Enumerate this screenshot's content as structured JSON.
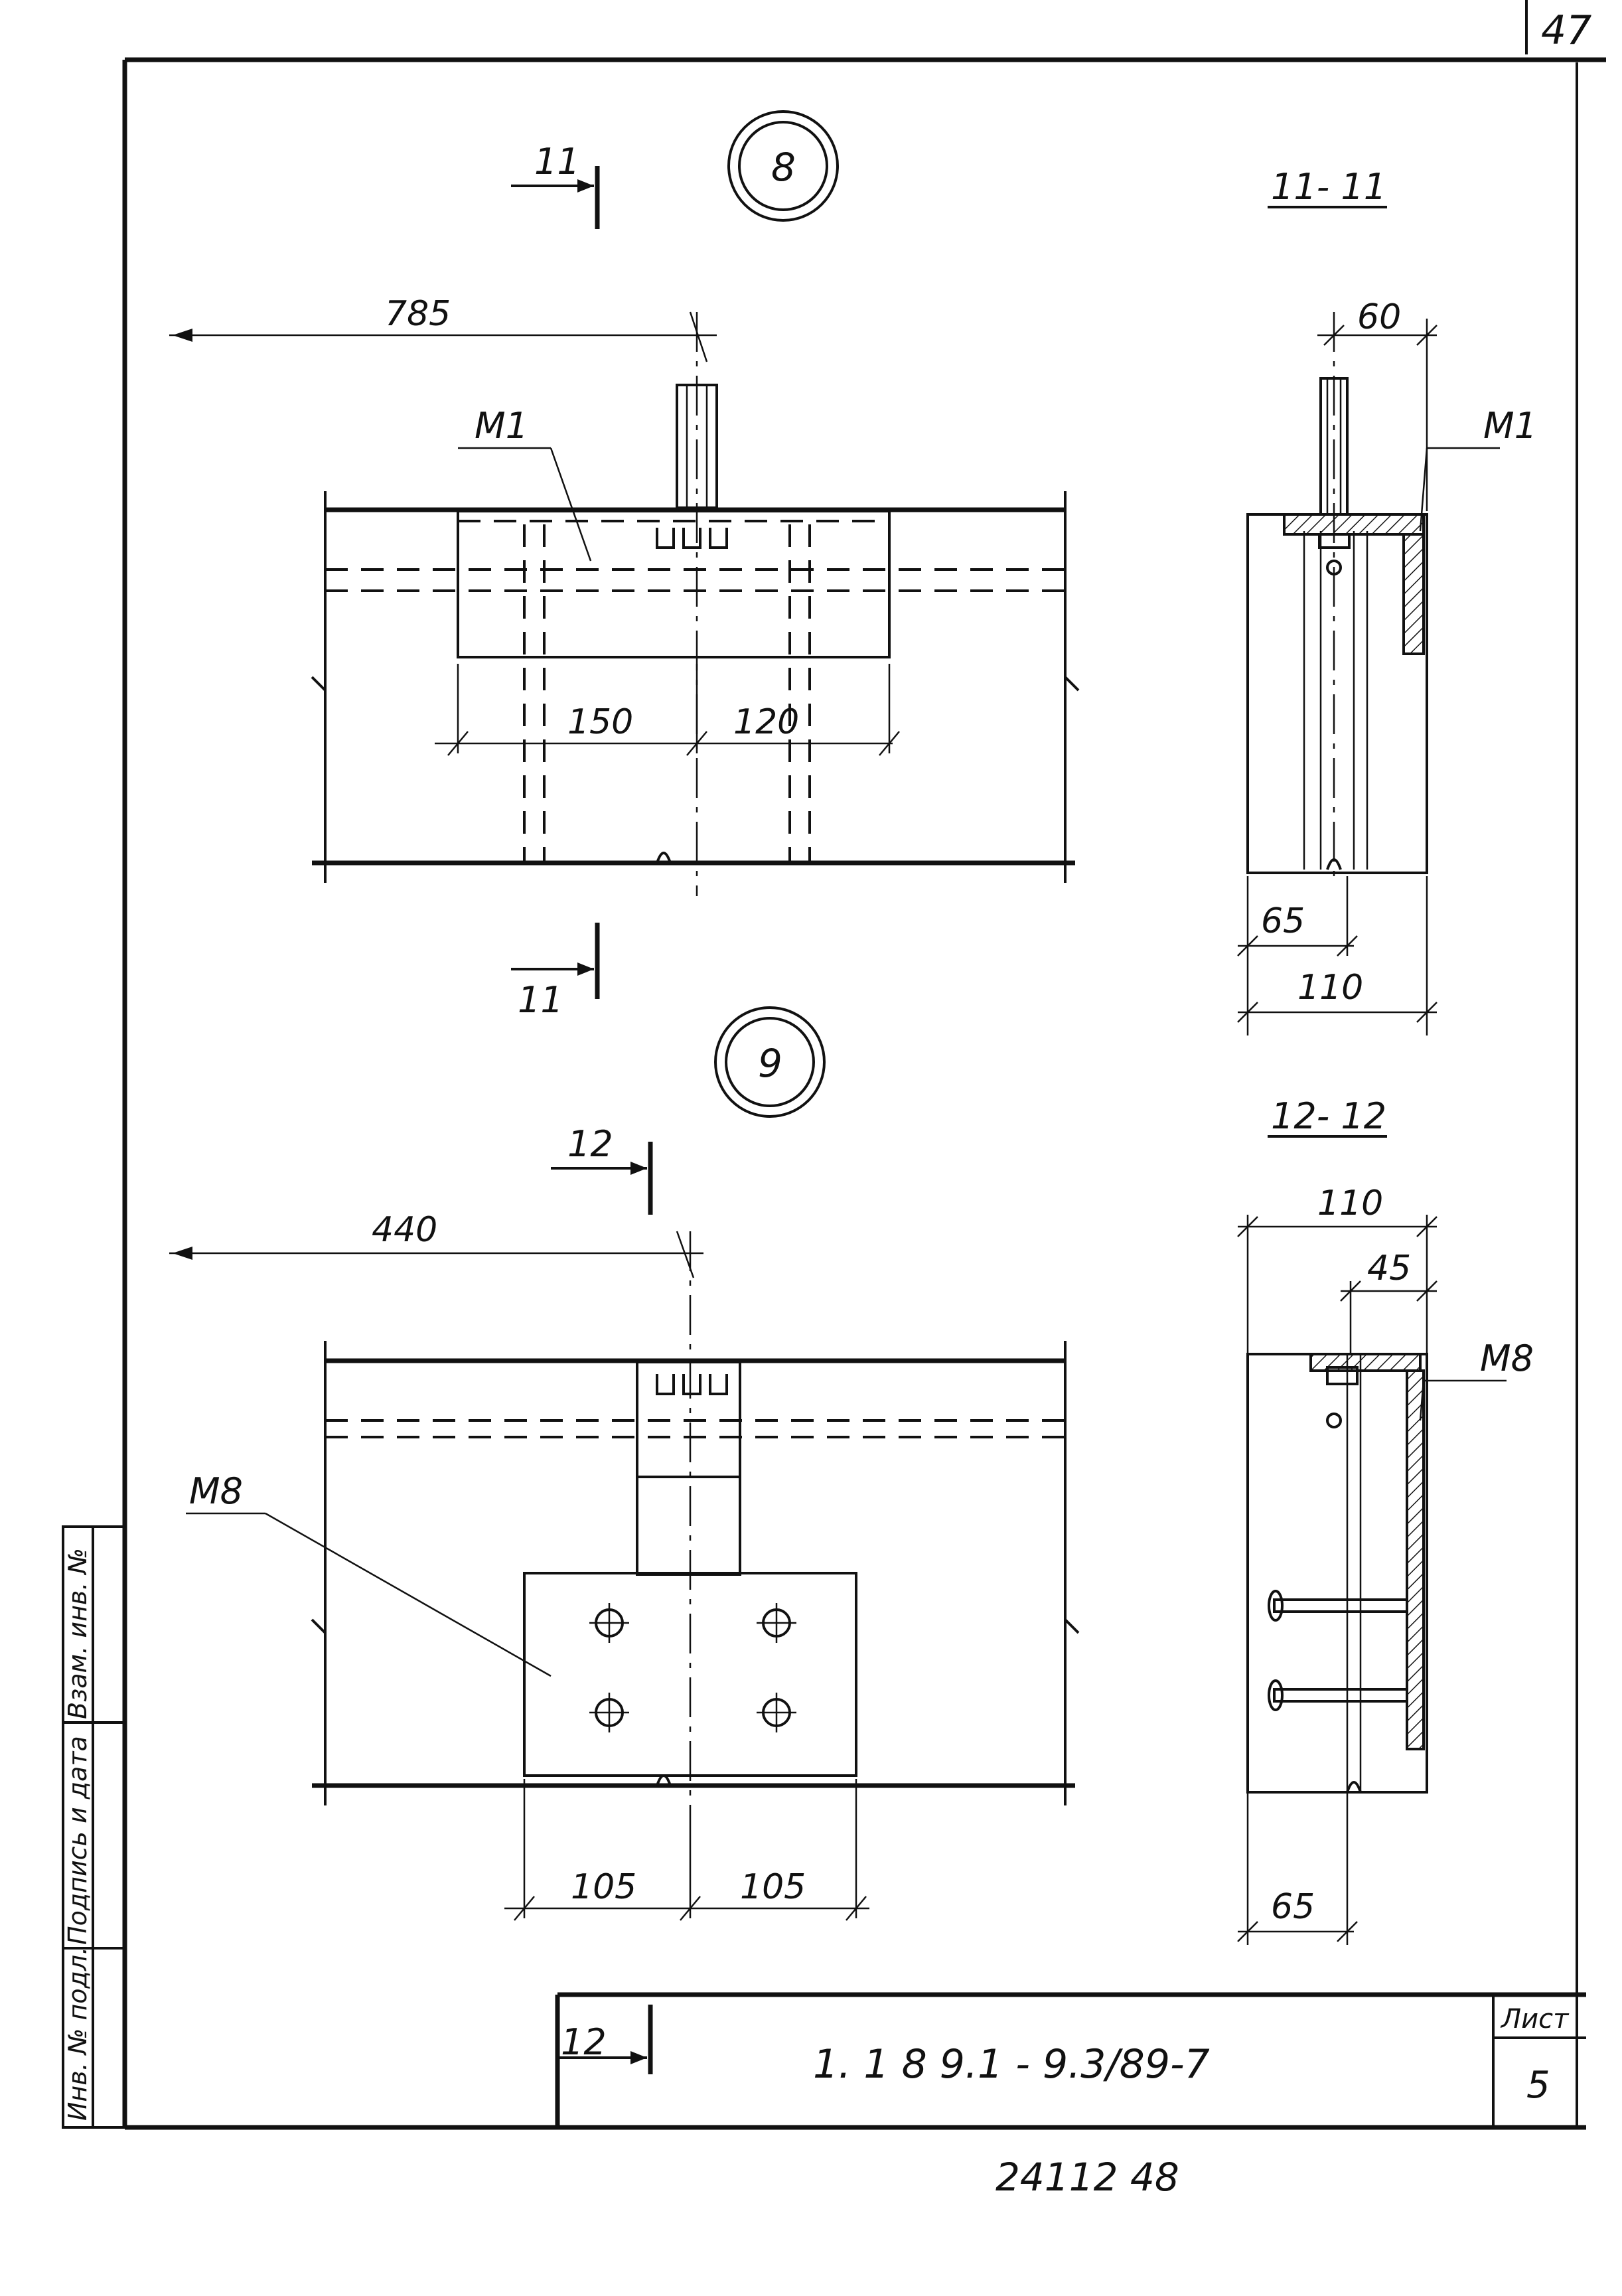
{
  "page_number": "47",
  "node_8": {
    "marker": "8",
    "cut_label": "11",
    "section_title": "11- 11",
    "dims": {
      "offset": "785",
      "left": "150",
      "right": "120",
      "sec_top": "60",
      "sec_bottom_a": "65",
      "sec_bottom_b": "110"
    },
    "part_label": "M1"
  },
  "node_9": {
    "marker": "9",
    "cut_label": "12",
    "section_title": "12- 12",
    "dims": {
      "offset": "440",
      "left": "105",
      "right": "105",
      "sec_top_a": "110",
      "sec_top_b": "45",
      "sec_bottom": "65"
    },
    "part_label": "M8"
  },
  "stamp": {
    "side_labels": [
      "Инв. № подл.",
      "Подпись и дата",
      "Взам. инв. №"
    ],
    "doc_code": "1. 1 8 9.1 - 9.3/89-7",
    "sheet_label": "Лист",
    "sheet_number": "5"
  },
  "footer_number": "24112  48"
}
